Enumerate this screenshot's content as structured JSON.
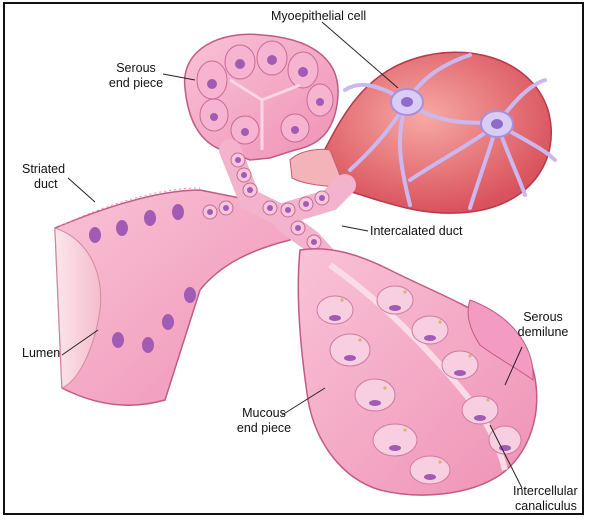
{
  "labels": {
    "myoepithelial_cell": "Myoepithelial cell",
    "serous_end_piece": [
      "Serous",
      "end piece"
    ],
    "striated_duct": [
      "Striated",
      "duct"
    ],
    "intercalated_duct": "Intercalated duct",
    "lumen": "Lumen",
    "serous_demilune": [
      "Serous",
      "demilune"
    ],
    "mucous_end_piece": [
      "Mucous",
      "end piece"
    ],
    "intercellular_canaliculus": [
      "Intercellular",
      "canaliculus"
    ]
  },
  "colors": {
    "tissue_pink": "#f4a7c4",
    "cell_pink": "#ee8fbd",
    "nucleus_purple": "#a25bb5",
    "lumen_pale": "#f9d7e0",
    "myoepithelial_lilac": "#c9b6ec",
    "serous_acinus_surface": "#e8707a",
    "label_text": "#111111",
    "leader_line": "#222222"
  }
}
